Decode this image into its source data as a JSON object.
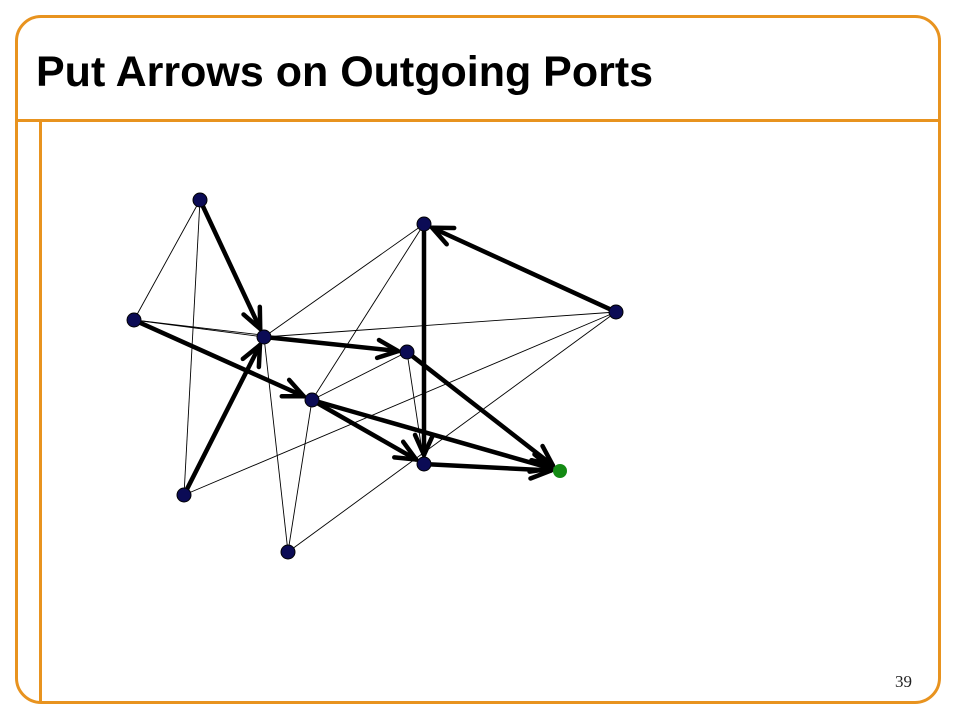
{
  "slide": {
    "title": "Put Arrows on Outgoing Ports",
    "page_number": "39"
  },
  "colors": {
    "accent": "#e8931f",
    "node_fill": "#0b0b55",
    "destination_node_fill": "#138a13",
    "edge": "#000000"
  },
  "diagram": {
    "nodes": [
      {
        "id": "n1",
        "role": "node"
      },
      {
        "id": "n2",
        "role": "node"
      },
      {
        "id": "n3",
        "role": "node"
      },
      {
        "id": "n4",
        "role": "node"
      },
      {
        "id": "n5",
        "role": "node"
      },
      {
        "id": "n6",
        "role": "node"
      },
      {
        "id": "n7",
        "role": "node"
      },
      {
        "id": "n8",
        "role": "node"
      },
      {
        "id": "n9",
        "role": "node"
      },
      {
        "id": "n10",
        "role": "node"
      },
      {
        "id": "n11",
        "role": "destination"
      }
    ],
    "links": [
      {
        "from": "n1",
        "to": "n2"
      },
      {
        "from": "n1",
        "to": "n3"
      },
      {
        "from": "n3",
        "to": "n10"
      },
      {
        "from": "n4",
        "to": "n2"
      },
      {
        "from": "n4",
        "to": "n10"
      },
      {
        "from": "n4",
        "to": "n9"
      },
      {
        "from": "n4",
        "to": "n7"
      },
      {
        "from": "n2",
        "to": "n5"
      },
      {
        "from": "n2",
        "to": "n6"
      },
      {
        "from": "n5",
        "to": "n6"
      },
      {
        "from": "n5",
        "to": "n8"
      },
      {
        "from": "n6",
        "to": "n9"
      },
      {
        "from": "n6",
        "to": "n7"
      },
      {
        "from": "n7",
        "to": "n10"
      }
    ],
    "arrows": [
      {
        "from": "n1",
        "to": "n4"
      },
      {
        "from": "n3",
        "to": "n4"
      },
      {
        "from": "n4",
        "to": "n5"
      },
      {
        "from": "n2",
        "to": "n6"
      },
      {
        "from": "n5",
        "to": "n11"
      },
      {
        "from": "n6",
        "to": "n8"
      },
      {
        "from": "n10",
        "to": "n9"
      },
      {
        "from": "n9",
        "to": "n8"
      },
      {
        "from": "n8",
        "to": "n11"
      },
      {
        "from": "n6",
        "to": "n11"
      }
    ]
  }
}
